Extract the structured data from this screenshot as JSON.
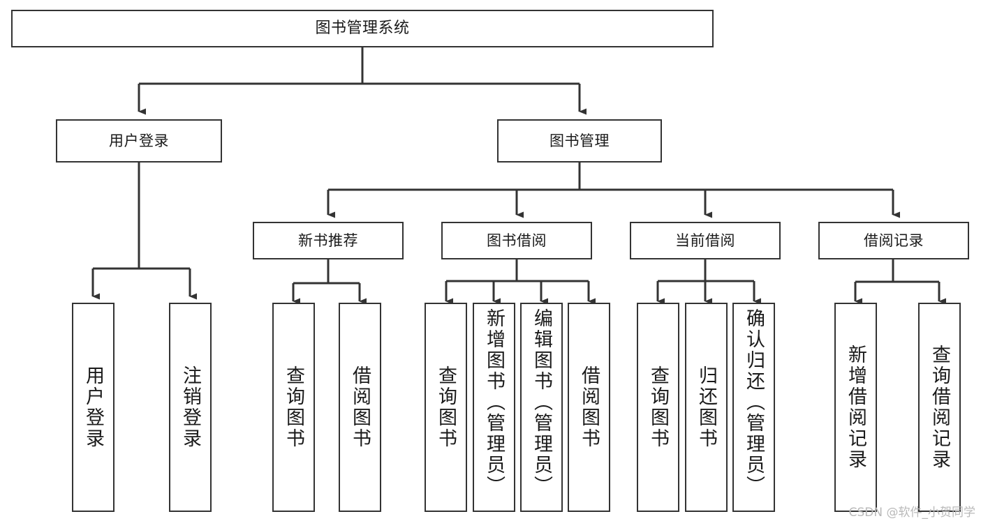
{
  "diagram": {
    "type": "tree",
    "title": "图书管理系统",
    "root": {
      "label": "图书管理系统"
    },
    "level1": [
      {
        "label": "用户登录"
      },
      {
        "label": "图书管理"
      }
    ],
    "level2": [
      {
        "label": "新书推荐"
      },
      {
        "label": "图书借阅"
      },
      {
        "label": "当前借阅"
      },
      {
        "label": "借阅记录"
      }
    ],
    "leaves": {
      "user_login": [
        {
          "label": "用户登录"
        },
        {
          "label": "注销登录"
        }
      ],
      "new_book_recommend": [
        {
          "label": "查询图书"
        },
        {
          "label": "借阅图书"
        }
      ],
      "book_borrow": [
        {
          "label": "查询图书"
        },
        {
          "label": "新增图书（管理员）"
        },
        {
          "label": "编辑图书（管理员）"
        },
        {
          "label": "借阅图书"
        }
      ],
      "current_borrow": [
        {
          "label": "查询图书"
        },
        {
          "label": "归还图书"
        },
        {
          "label": "确认归还（管理员）"
        }
      ],
      "borrow_record": [
        {
          "label": "新增借阅记录"
        },
        {
          "label": "查询借阅记录"
        }
      ]
    },
    "watermark": "CSDN @软件_小贺同学",
    "colors": {
      "stroke": "#333333",
      "fill": "#ffffff",
      "text": "#1a1a1a",
      "watermark": "#b9b9b9"
    }
  }
}
